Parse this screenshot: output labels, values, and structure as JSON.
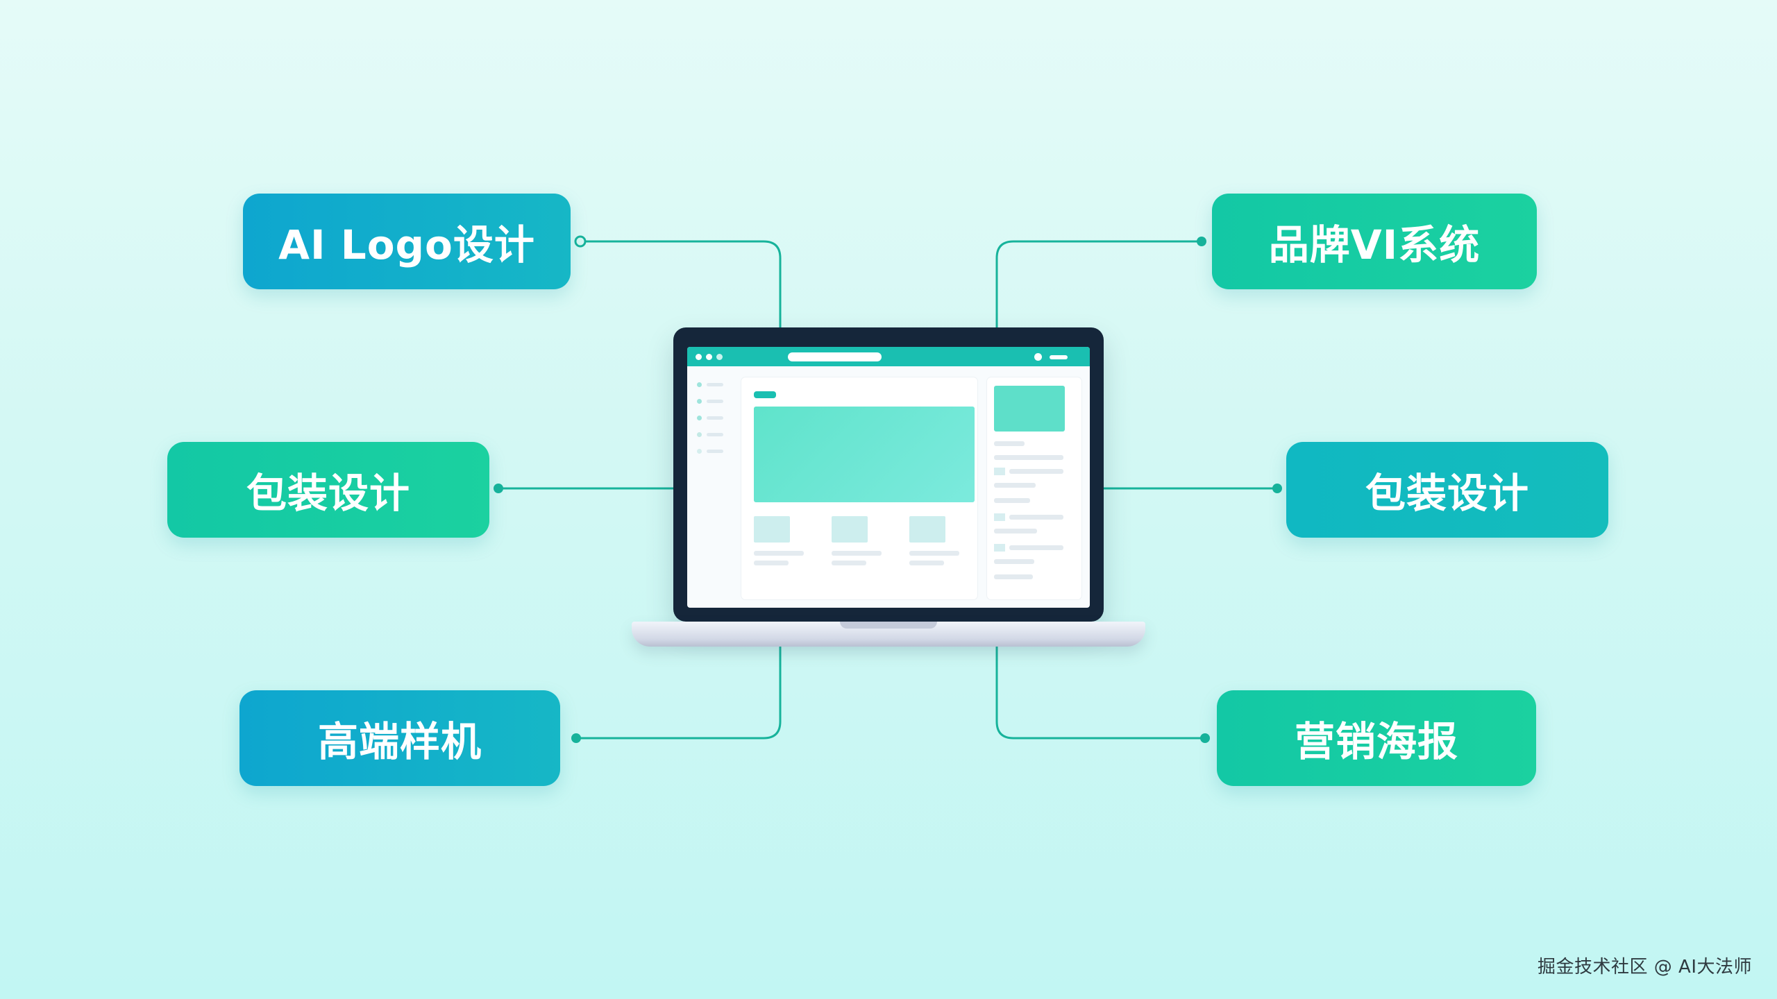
{
  "diagram": {
    "nodes": [
      {
        "id": "ai-logo",
        "label": "AI Logo设计"
      },
      {
        "id": "brand-vi",
        "label": "品牌VI系统"
      },
      {
        "id": "packaging-left",
        "label": "包装设计"
      },
      {
        "id": "packaging-right",
        "label": "包装设计"
      },
      {
        "id": "mockup",
        "label": "高端样机"
      },
      {
        "id": "poster",
        "label": "营销海报"
      }
    ],
    "colors": {
      "connector": "#17b39b",
      "blue_pill": "#0ea6cf",
      "green_pill": "#13c8a5",
      "teal_pill": "#10b8c2",
      "screen_accent": "#1abfb1",
      "laptop_frame": "#15263a"
    },
    "center_icon": "laptop-icon"
  },
  "watermark": "掘金技术社区 @ AI大法师"
}
